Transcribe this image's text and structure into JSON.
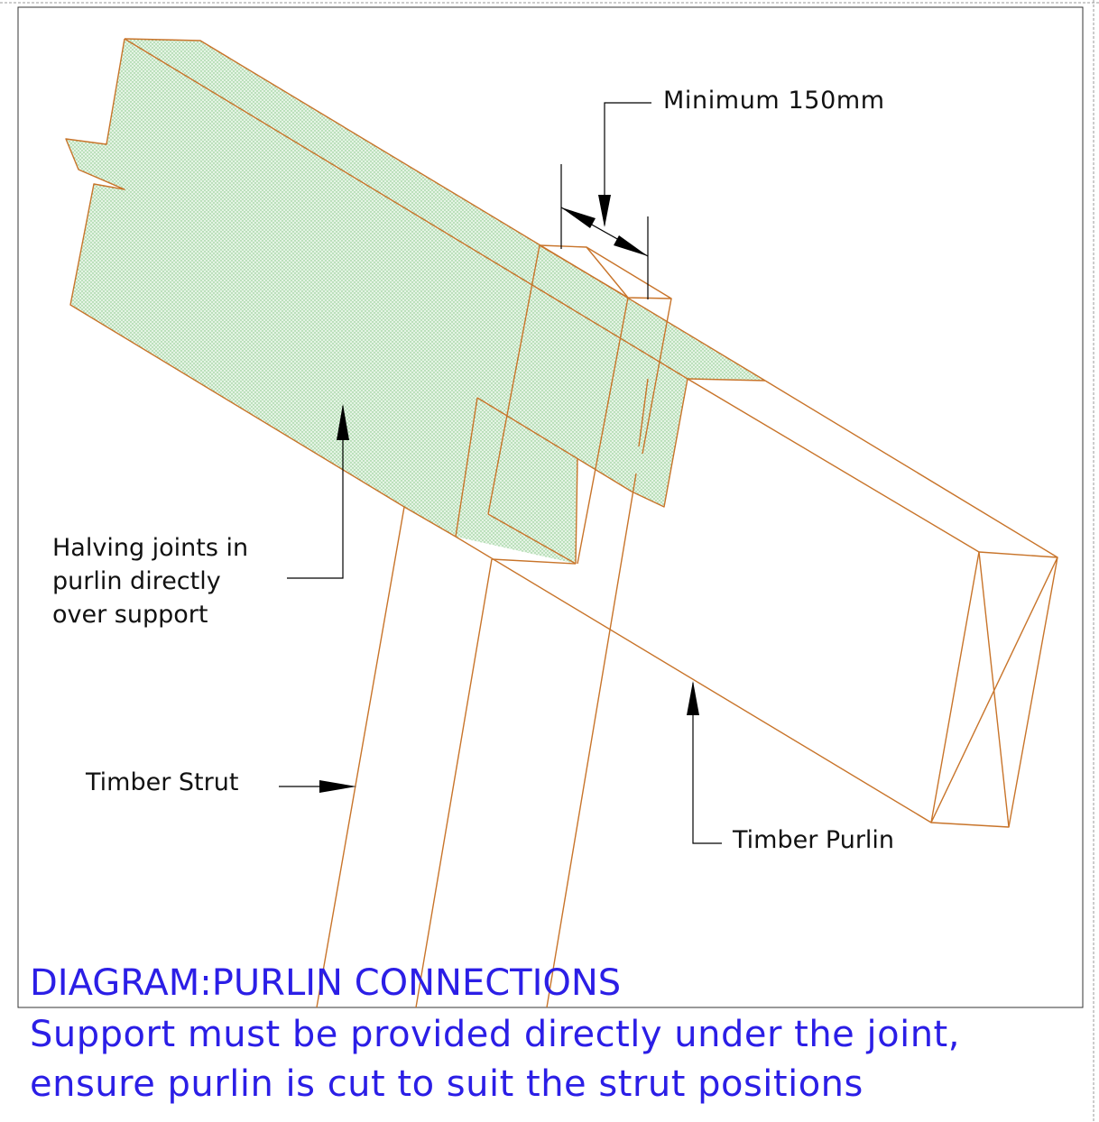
{
  "labels": {
    "minimum": "Minimum 150mm",
    "halving_lines": [
      "Halving joints in",
      "purlin directly",
      "over support"
    ],
    "strut": "Timber Strut",
    "purlin": "Timber Purlin"
  },
  "caption": {
    "title": "DIAGRAM:PURLIN CONNECTIONS",
    "line1": "Support must be provided directly under the joint,",
    "line2": "ensure purlin is cut to suit the strut positions"
  },
  "colors": {
    "timber_line": "#c8742a",
    "fill": "#cfeccf",
    "annotation": "#000000",
    "caption": "#2b1ee6",
    "frame": "#333333"
  }
}
